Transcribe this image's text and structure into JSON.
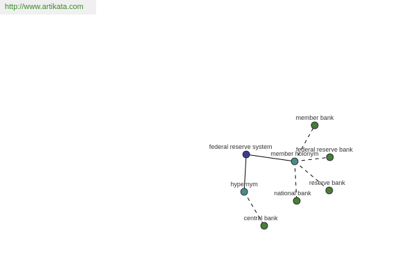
{
  "header": {
    "url": "http://www.artikata.com"
  },
  "colors": {
    "root_node": "#3c3c8c",
    "relation_node": "#4a8c8c",
    "leaf_node": "#4a7c3a",
    "edge": "#000000",
    "node_stroke": "#1a1a1a",
    "url_text": "#3a8a2a"
  },
  "graph": {
    "nodes": [
      {
        "id": "federal_reserve_system",
        "label": "federal reserve system",
        "kind": "root"
      },
      {
        "id": "member_holonym",
        "label": "member holonym",
        "kind": "relation"
      },
      {
        "id": "hypernym",
        "label": "hypernym",
        "kind": "relation"
      },
      {
        "id": "member_bank",
        "label": "member bank",
        "kind": "leaf"
      },
      {
        "id": "federal_reserve_bank",
        "label": "federal reserve bank",
        "kind": "leaf"
      },
      {
        "id": "reserve_bank",
        "label": "reserve bank",
        "kind": "leaf"
      },
      {
        "id": "national_bank",
        "label": "national bank",
        "kind": "leaf"
      },
      {
        "id": "central_bank",
        "label": "central bank",
        "kind": "leaf"
      }
    ],
    "edges": [
      {
        "from": "federal_reserve_system",
        "to": "member_holonym",
        "style": "solid"
      },
      {
        "from": "federal_reserve_system",
        "to": "hypernym",
        "style": "solid"
      },
      {
        "from": "member_holonym",
        "to": "member_bank",
        "style": "dashed"
      },
      {
        "from": "member_holonym",
        "to": "federal_reserve_bank",
        "style": "dashed"
      },
      {
        "from": "member_holonym",
        "to": "reserve_bank",
        "style": "dashed"
      },
      {
        "from": "member_holonym",
        "to": "national_bank",
        "style": "dashed"
      },
      {
        "from": "hypernym",
        "to": "central_bank",
        "style": "dashed"
      }
    ]
  }
}
